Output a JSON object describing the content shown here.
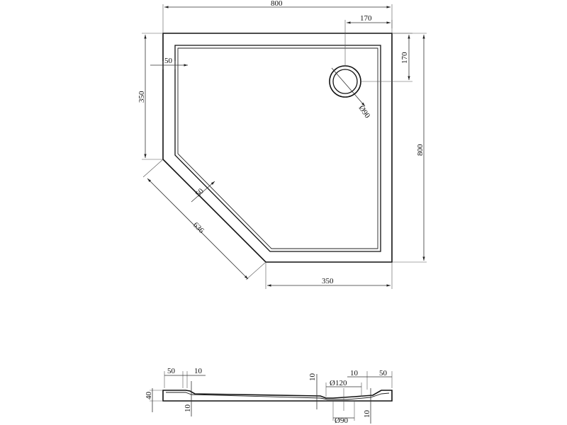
{
  "plan_dimensions": {
    "top_width": "800",
    "right_height": "800",
    "left_height": "350",
    "bottom_width": "350",
    "diagonal": "636",
    "rim_left": "50",
    "rim_diagonal": "50",
    "drain_offset_x": "170",
    "drain_offset_y": "170",
    "drain_diameter": "Ø90"
  },
  "section_dimensions": {
    "left_rim": "50",
    "left_step": "10",
    "height": "40",
    "left_depth": "10",
    "center_step": "10",
    "drain_top": "Ø120",
    "right_step": "10",
    "right_rim": "50",
    "drain_bottom": "Ø90",
    "right_depth": "10"
  }
}
